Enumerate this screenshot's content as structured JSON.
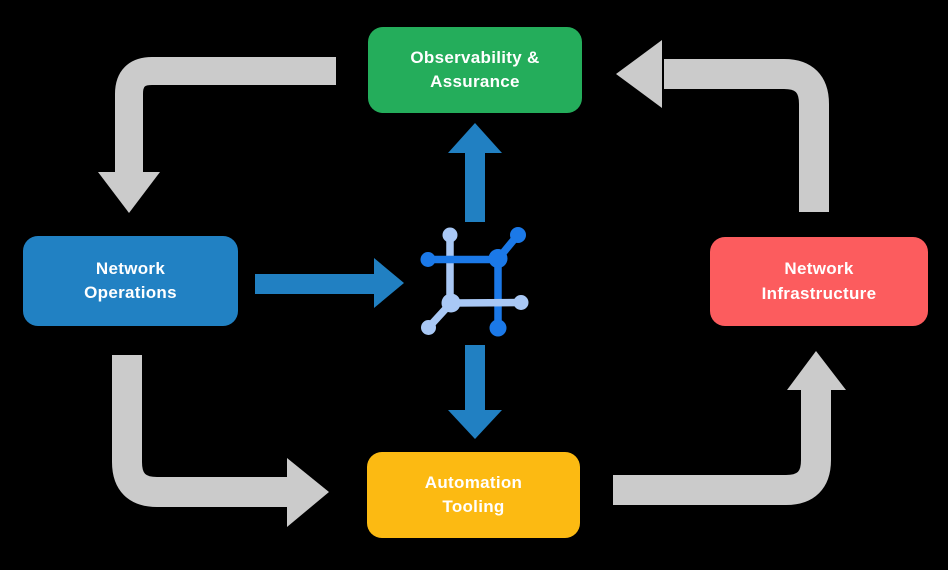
{
  "palette": {
    "background": "#000000",
    "node_green": "#24AD5B",
    "node_blue": "#2181C3",
    "node_red": "#FC5C5E",
    "node_yellow": "#FCBA12",
    "cycle_arrow_gray": "#CBCBCB",
    "link_arrow_blue": "#2180C2",
    "icon_dark_blue": "#1B79E8",
    "icon_light_blue": "#A9C8F5",
    "text": "#FFFFFF"
  },
  "nodes": {
    "observability": {
      "label": "Observability &\nAssurance",
      "color": "#24AD5B"
    },
    "operations": {
      "label": "Network\nOperations",
      "color": "#2181C3"
    },
    "infrastructure": {
      "label": "Network\nInfrastructure",
      "color": "#FC5C5E"
    },
    "automation": {
      "label": "Automation\nTooling",
      "color": "#FCBA12"
    }
  },
  "center_icon": "network-nodes-icon",
  "flows": {
    "gray_cycle": [
      "observability -> operations",
      "operations -> automation",
      "automation -> infrastructure",
      "infrastructure -> observability"
    ],
    "blue_links": [
      "operations -> center-icon",
      "center-icon -> observability",
      "center-icon -> automation"
    ]
  }
}
